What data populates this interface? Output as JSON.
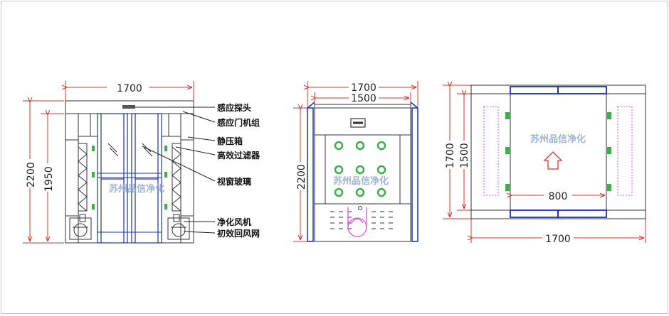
{
  "colors": {
    "dimension": "#e0322d",
    "outline": "#333333",
    "blue": "#1a2fb8",
    "green": "#3ab04a",
    "magenta": "#e055d8",
    "watermark": "#8fa7c9"
  },
  "front_view": {
    "width_dim": "1700",
    "height_outer_dim": "2200",
    "height_inner_dim": "1950",
    "watermark": "苏州品信净化",
    "labels": {
      "sensor_probe": "感应探头",
      "door_unit": "感应门机组",
      "static_box": "静压箱",
      "hepa_filter": "高效过滤器",
      "window_glass": "视窗玻璃",
      "fan": "净化风机",
      "return_grille": "初效回风网"
    }
  },
  "side_view": {
    "outer_width_dim": "1700",
    "inner_width_dim": "1500",
    "height_dim": "2200",
    "watermark": "苏州品信净化"
  },
  "top_view": {
    "outer_width_dim": "1700",
    "inner_width_dim": "800",
    "outer_depth_dim": "1700",
    "inner_depth_dim": "1500",
    "watermark": "苏州品信净化"
  }
}
